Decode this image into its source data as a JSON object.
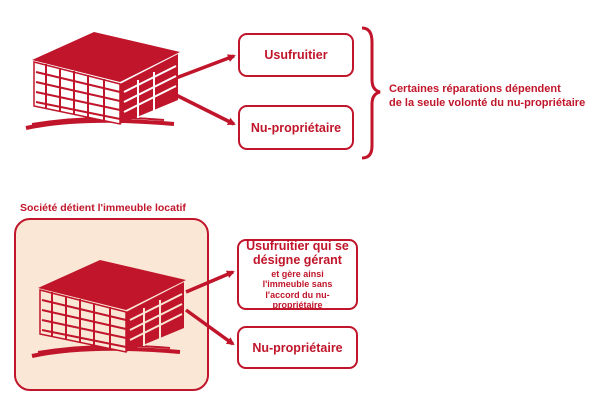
{
  "top_group": {
    "usufruitier_label": "Usufruitier",
    "nu_proprietaire_label": "Nu-propriétaire",
    "note_line1": "Certaines réparations dépendent",
    "note_line2": "de la seule volonté du nu-propriétaire"
  },
  "bottom_group": {
    "caption": "Société détient l'immeuble locatif",
    "usufruitier_title": "Usufruitier qui se désigne gérant",
    "usufruitier_detail": "et gère ainsi l'immeuble sans l'accord du nu-propriétaire",
    "nu_proprietaire_label": "Nu-propriétaire"
  },
  "icons": [
    "apartment-building-icon",
    "arrow-icon",
    "curly-brace-icon"
  ],
  "colors": {
    "accent": "#c0152a",
    "frame_fill": "#fbe7d6",
    "background": "#ffffff"
  }
}
